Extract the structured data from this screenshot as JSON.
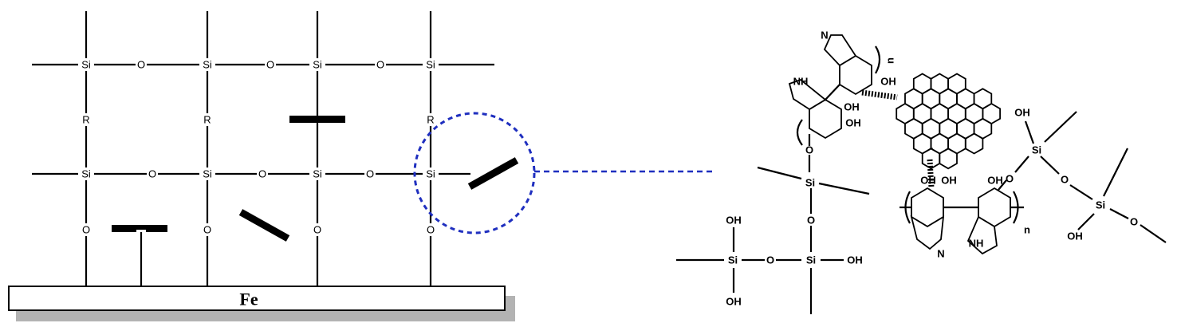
{
  "substrate": {
    "label": "Fe"
  },
  "atoms": {
    "silicon": "Si",
    "oxygen": "O",
    "linker": "R"
  },
  "polymer": {
    "hydroxyl": "OH",
    "amine": "NH",
    "imine": "N",
    "repeat_index": "n",
    "repeat_index_rotated": "n",
    "minus_sign": "-"
  },
  "colors": {
    "highlight_circle": "#1f2fbf",
    "substrate_shadow": "#b3b3b3"
  }
}
